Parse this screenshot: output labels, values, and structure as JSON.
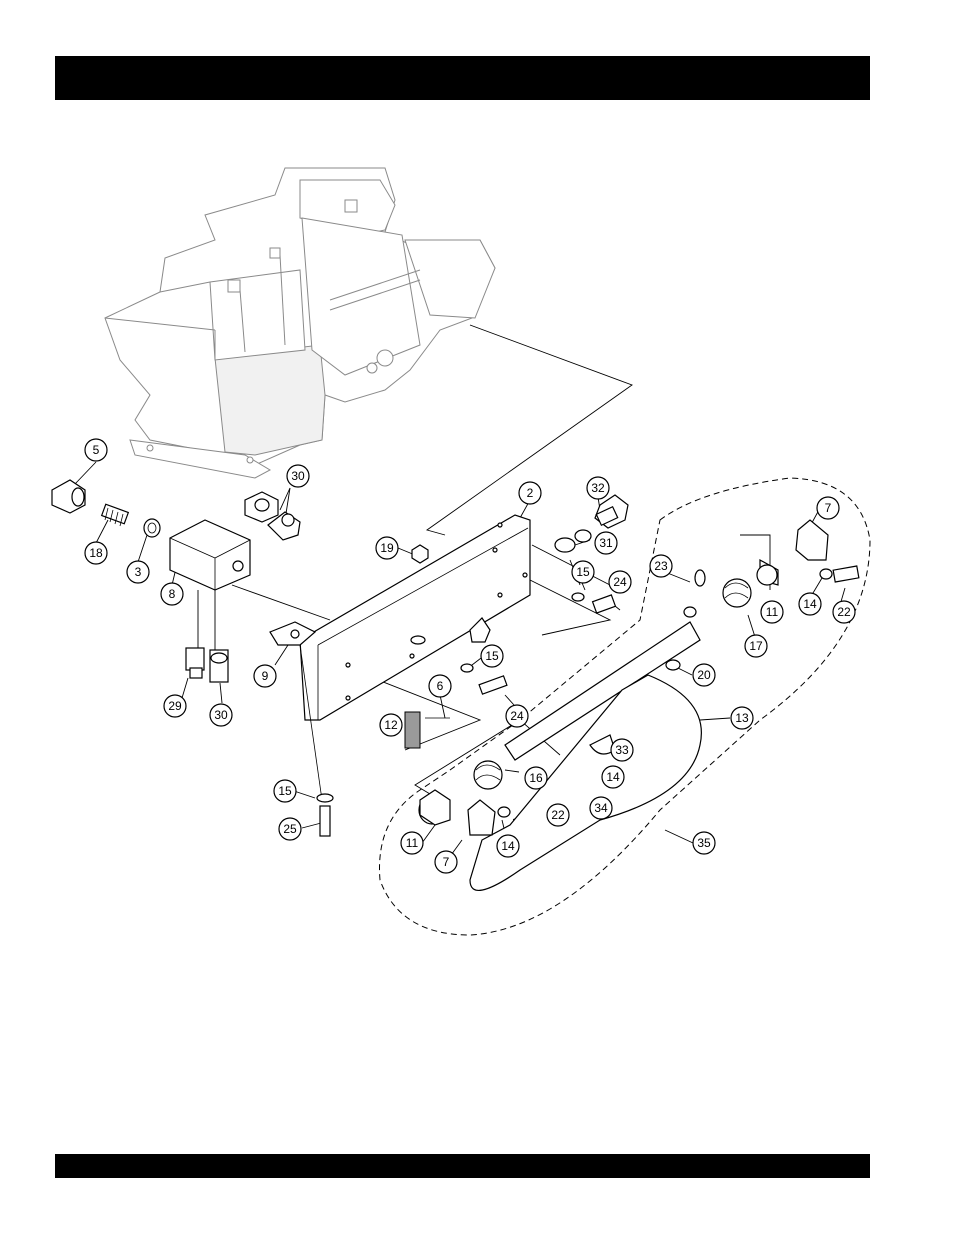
{
  "header_bar": "",
  "footer_bar": "",
  "callouts": [
    "5",
    "30",
    "18",
    "3",
    "8",
    "29",
    "30",
    "9",
    "19",
    "2",
    "32",
    "31",
    "15",
    "24",
    "7",
    "23",
    "11",
    "17",
    "14",
    "22",
    "15",
    "20",
    "6",
    "24",
    "12",
    "13",
    "16",
    "33",
    "14",
    "15",
    "25",
    "11",
    "7",
    "14",
    "22",
    "34",
    "35"
  ]
}
